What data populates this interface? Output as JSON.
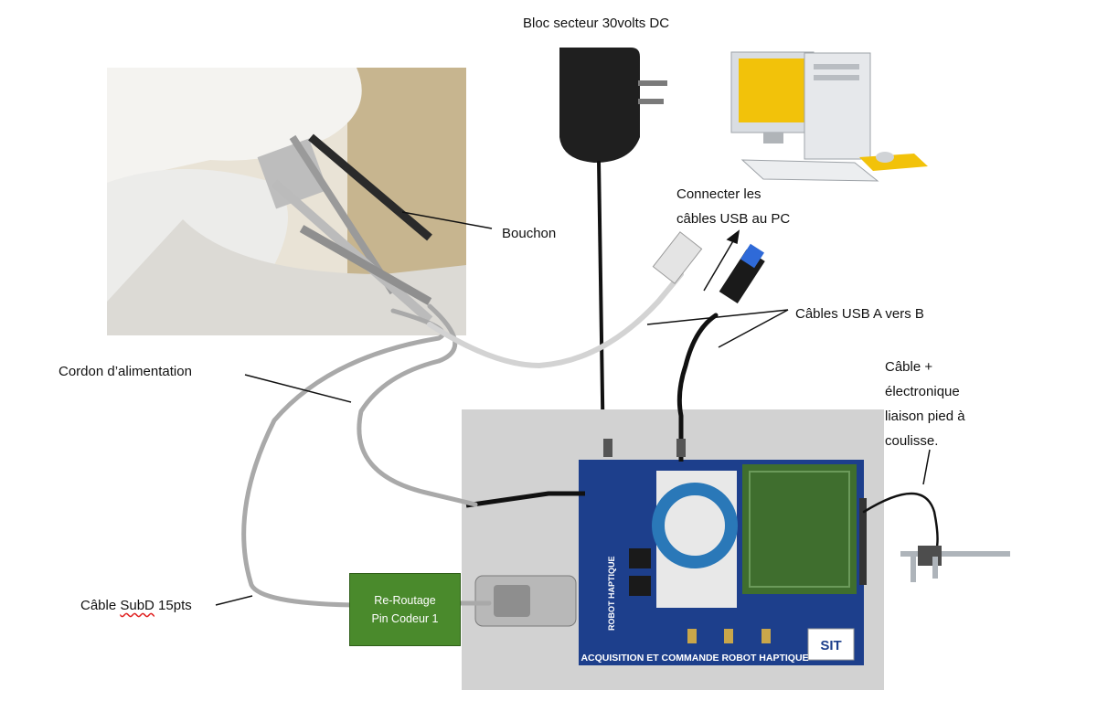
{
  "labels": {
    "power_block": "Bloc secteur 30volts DC",
    "plug": "Bouchon",
    "connect_usb_line1": "Connecter les",
    "connect_usb_line2": "câbles USB au PC",
    "usb_cables": "Câbles USB A vers B",
    "power_cord": "Cordon d’alimentation",
    "caliper_line1": "Câble +",
    "caliper_line2": "électronique",
    "caliper_line3": "liaison pied à",
    "caliper_line4": "coulisse.",
    "subd_prefix": "Câble ",
    "subd_word": "SubD",
    "subd_suffix": " 15pts"
  },
  "rerouting_box": {
    "line1": "Re-Routage",
    "line2": "Pin Codeur 1"
  },
  "board": {
    "title": "ACQUISITION ET COMMANDE ROBOT HAPTIQUE",
    "side_label": "ROBOT HAPTIQUE",
    "logo": "SIT"
  },
  "colors": {
    "board_blue": "#1d3f8c",
    "box_green": "#4a8a2c",
    "pcb_green": "#3f6e2e",
    "cable_grey": "#a9a9a9"
  }
}
